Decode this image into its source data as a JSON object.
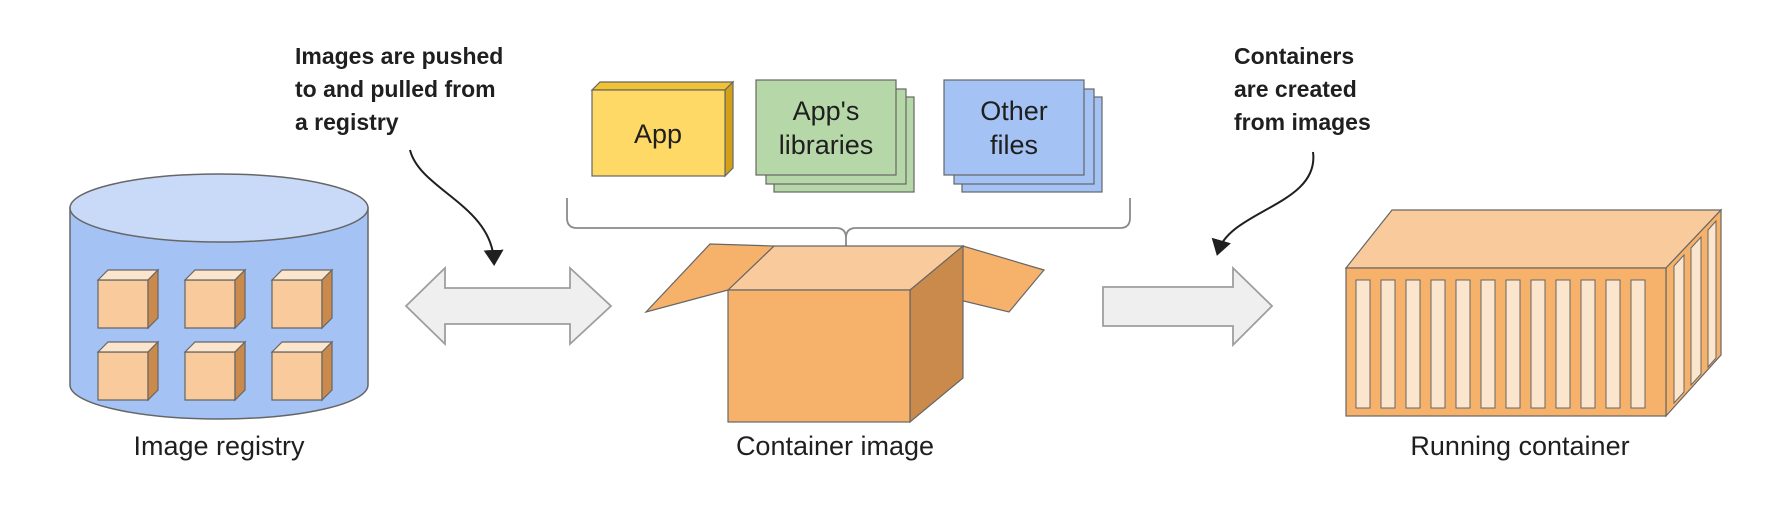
{
  "diagram": {
    "annotations": {
      "registry_note": [
        "Images are pushed",
        "to and pulled from",
        "a registry"
      ],
      "container_note": [
        "Containers",
        "are created",
        "from images"
      ]
    },
    "layers": {
      "app": [
        "App"
      ],
      "libraries": [
        "App's",
        "libraries"
      ],
      "other_files": [
        "Other",
        "files"
      ]
    },
    "labels": {
      "image_registry": "Image registry",
      "container_image": "Container image",
      "running_container": "Running container"
    },
    "colors": {
      "app": "#ffd966",
      "libraries": "#b6d7a8",
      "other_files": "#a4c2f4",
      "registry": "#a4c2f4",
      "box": "#f6b26b",
      "box_dark": "#c98a4c",
      "box_cube": "#f9cb9c",
      "arrow_fill": "#efefef",
      "arrow_stroke": "#9e9e9e"
    }
  }
}
